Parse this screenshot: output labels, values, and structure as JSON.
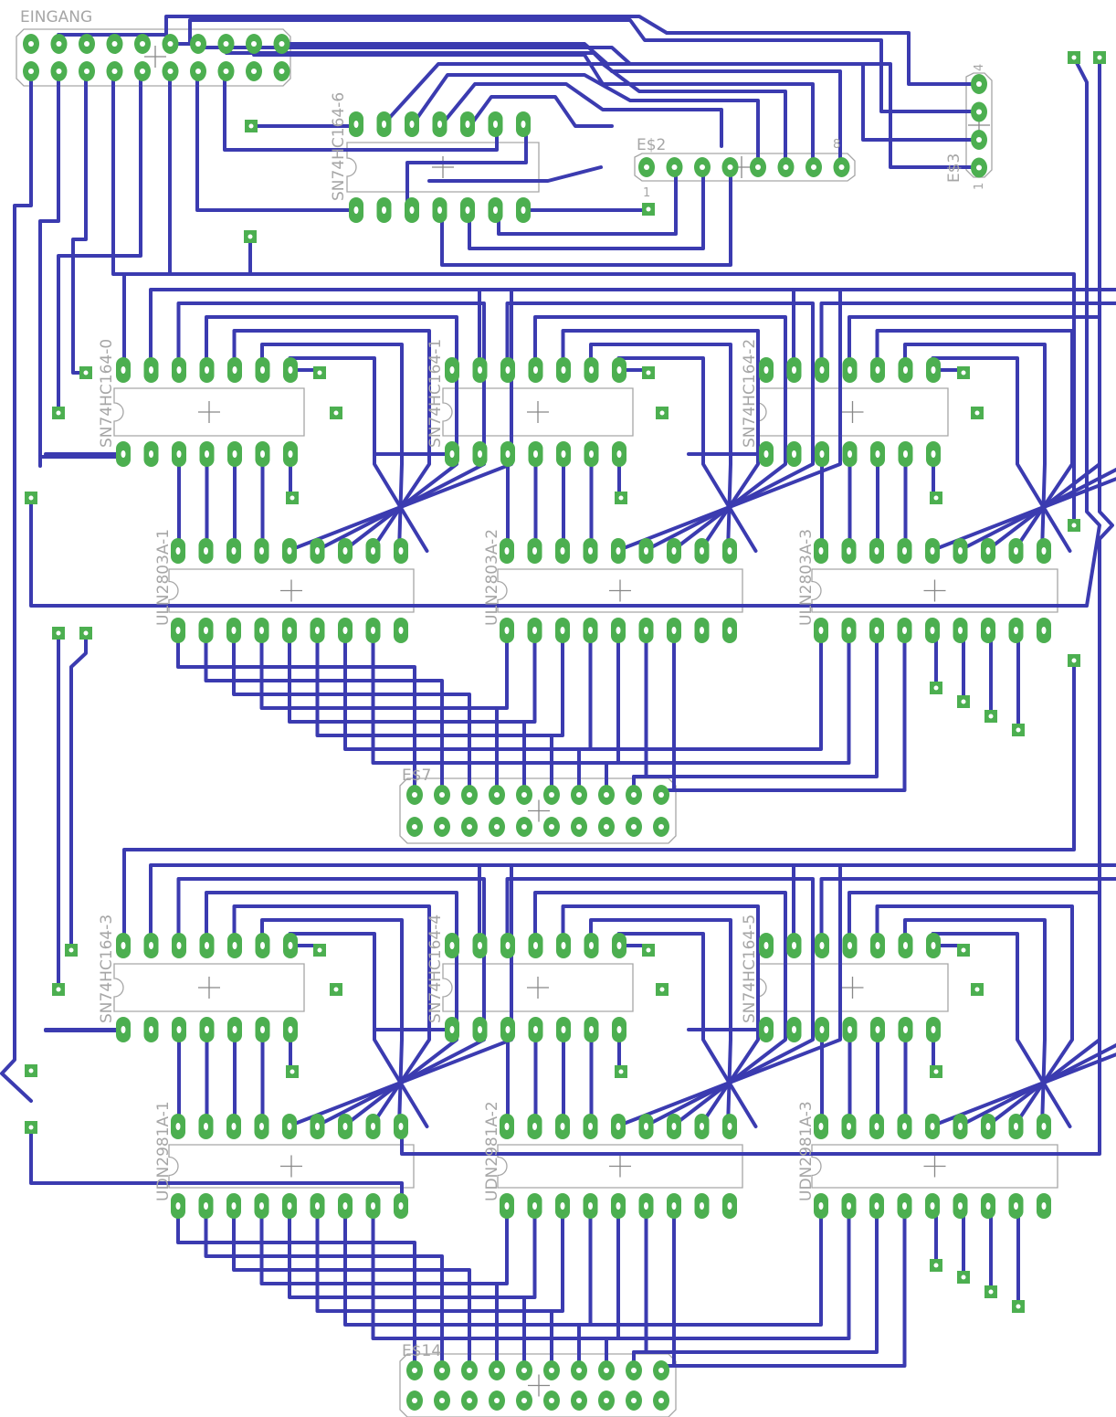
{
  "labels": {
    "eingang": "EINGANG",
    "es2": "E$2",
    "es3": "E$3",
    "es7": "E$7",
    "es14": "E$14",
    "sr6": "SN74HC164-6",
    "sr0": "SN74HC164-0",
    "sr1": "SN74HC164-1",
    "sr2": "SN74HC164-2",
    "sr3": "SN74HC164-3",
    "sr4": "SN74HC164-4",
    "sr5": "SN74HC164-5",
    "uln1": "ULN2803A-1",
    "uln2": "ULN2803A-2",
    "uln3": "ULN2803A-3",
    "udn1": "UDN2981A-1",
    "udn2": "UDN2981A-2",
    "udn3": "UDN2981A-3",
    "pin1": "1",
    "pin4": "4",
    "pin8": "8"
  },
  "colors": {
    "trace": "#3b3bb0",
    "pad": "#4caf50",
    "outline": "#a6a6a6",
    "background": "#ffffff"
  }
}
